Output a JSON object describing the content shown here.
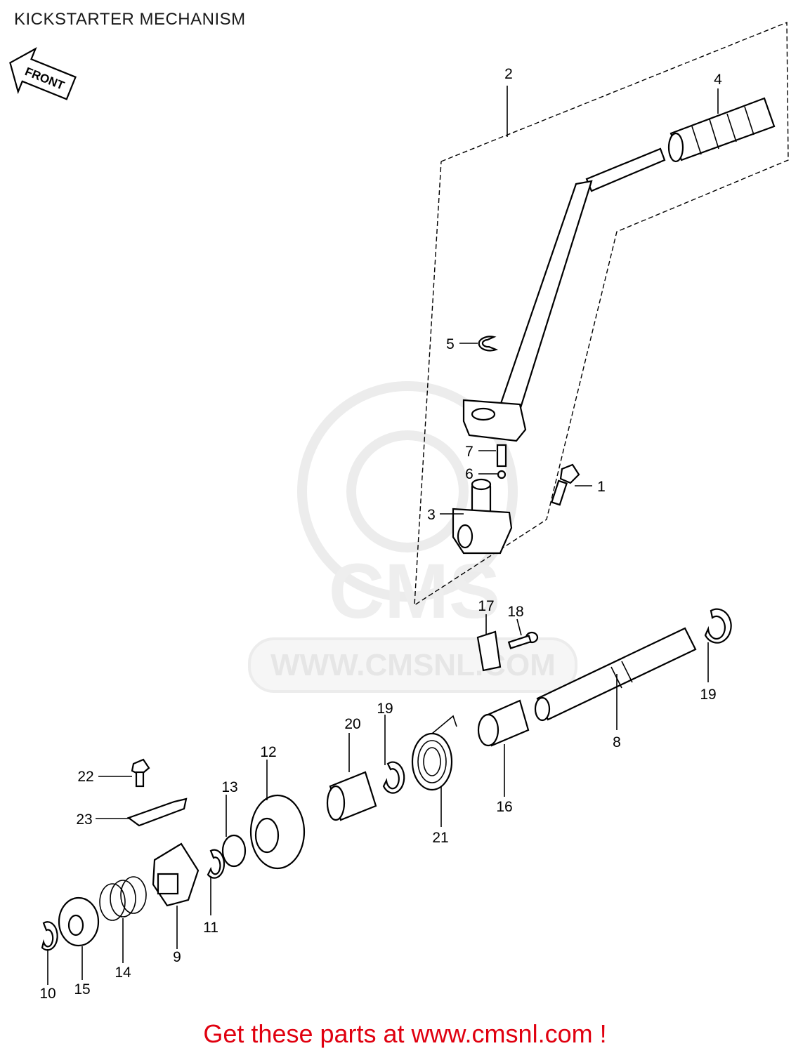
{
  "header": {
    "title": "KICKSTARTER MECHANISM"
  },
  "direction_marker": {
    "label": "FRONT"
  },
  "watermark": {
    "brand": "CMS",
    "url": "WWW.CMSNL.COM"
  },
  "callouts": {
    "c1": "1",
    "c2": "2",
    "c3": "3",
    "c4": "4",
    "c5": "5",
    "c6": "6",
    "c7": "7",
    "c8": "8",
    "c9": "9",
    "c10": "10",
    "c11": "11",
    "c12": "12",
    "c13": "13",
    "c14": "14",
    "c15": "15",
    "c16": "16",
    "c17": "17",
    "c18": "18",
    "c19a": "19",
    "c19b": "19",
    "c20": "20",
    "c21": "21",
    "c22": "22",
    "c23": "23"
  },
  "footer": {
    "cta": "Get these parts at www.cmsnl.com !"
  },
  "colors": {
    "cta": "#e0000f",
    "watermark": "#ececec"
  }
}
